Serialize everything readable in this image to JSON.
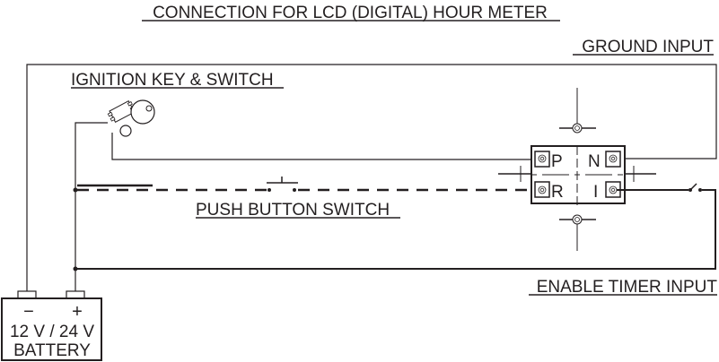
{
  "diagram": {
    "title": "CONNECTION FOR LCD (DIGITAL) HOUR METER",
    "labels": {
      "ground_input": "GROUND INPUT",
      "ignition": "IGNITION KEY & SWITCH",
      "push_button": "PUSH BUTTON SWITCH",
      "enable_timer": "ENABLE TIMER INPUT"
    },
    "battery": {
      "neg_symbol": "−",
      "pos_symbol": "+",
      "voltage": "12 V / 24 V",
      "name": "BATTERY"
    },
    "meter_terminals": {
      "top_left": "P",
      "top_right": "N",
      "bottom_left": "R",
      "bottom_right": "I"
    },
    "colors": {
      "line": "#231f20",
      "background": "#ffffff"
    }
  }
}
